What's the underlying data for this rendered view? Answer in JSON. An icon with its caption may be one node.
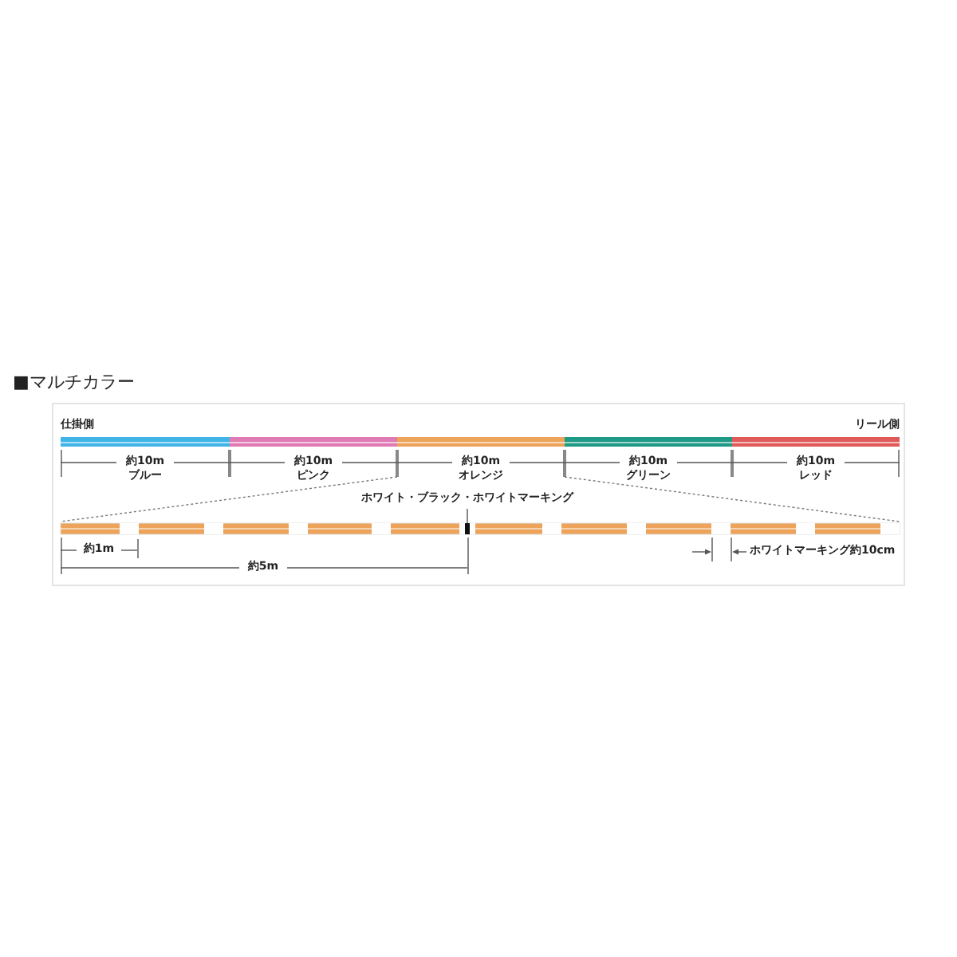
{
  "diagram": {
    "title": "■マルチカラー",
    "labels": [
      "仕掛側",
      "リール側",
      "約10m",
      "ブルー",
      "約10m",
      "ピンク",
      "約10m",
      "オレンジ",
      "約10m",
      "グリーン",
      "約10m",
      "レッド",
      "ホワイト・ブラック・ホワイトマーキング",
      "約1m",
      "約5m",
      "ホワイトマーキング約10cm"
    ]
  }
}
